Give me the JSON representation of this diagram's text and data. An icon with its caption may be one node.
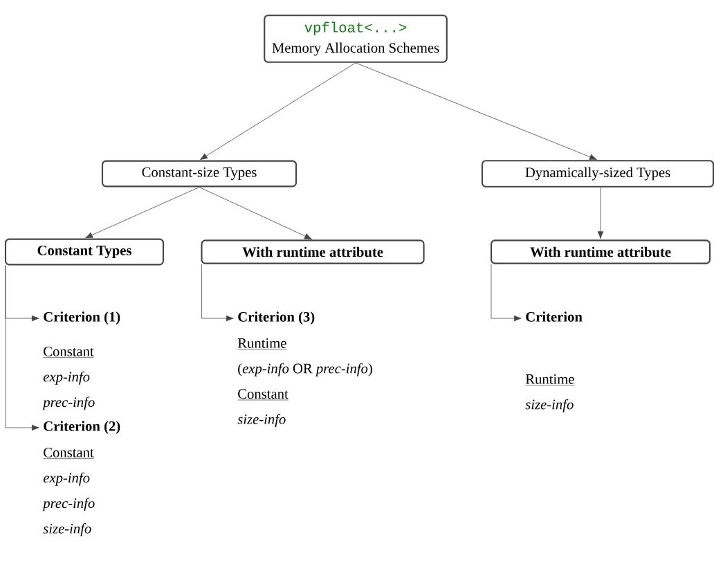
{
  "diagram": {
    "nodes": [
      {
        "text": [
          "vpfloat<...>",
          "Memory Allocation Schemes"
        ]
      },
      {
        "text": [
          "Constant-size Types"
        ]
      },
      {
        "text": [
          "Dynamically-sized Types"
        ]
      },
      {
        "text": [
          "Constant Types"
        ]
      },
      {
        "text": [
          "With runtime attribute"
        ]
      },
      {
        "text": [
          "With runtime attribute"
        ]
      },
      {
        "text": [
          "Criterion (1)",
          "Constant",
          "*exp-info*",
          "*prec-info*"
        ]
      },
      {
        "text": [
          "Criterion (3)",
          "Runtime",
          "(*exp-info* OR *prec-info*)",
          "Constant",
          "*size-info*"
        ]
      },
      {
        "text": [
          "Criterion",
          "Runtime",
          "*size-info*"
        ]
      },
      {
        "text": [
          "Criterion (2)",
          "Constant",
          "*exp-info*",
          "*prec-info*",
          "*size-info*"
        ]
      }
    ],
    "edges": [
      {
        "from": 0,
        "to": 1,
        "arrow": "to"
      },
      {
        "from": 0,
        "to": 2,
        "arrow": "to"
      },
      {
        "from": 1,
        "to": 3,
        "arrow": "to"
      },
      {
        "from": 1,
        "to": 4,
        "arrow": "to"
      },
      {
        "from": 2,
        "to": 5,
        "arrow": "to"
      },
      {
        "from": 3,
        "to": 6,
        "arrow": "to"
      },
      {
        "from": 3,
        "to": 9,
        "arrow": "to"
      },
      {
        "from": 4,
        "to": 7,
        "arrow": "to"
      },
      {
        "from": 5,
        "to": 8,
        "arrow": "to"
      }
    ]
  }
}
